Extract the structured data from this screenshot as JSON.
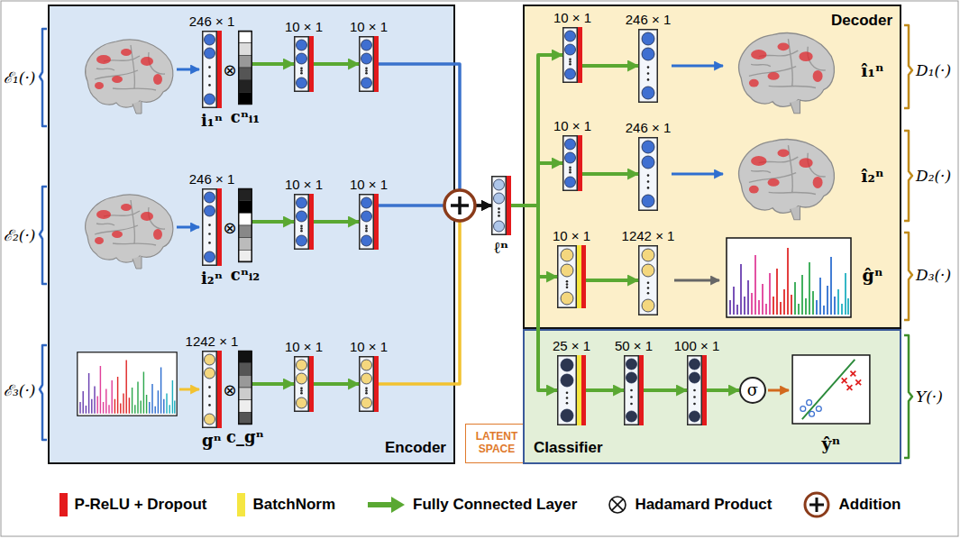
{
  "diagram": {
    "nodes": [
      {
        "text": [
          "Encoder"
        ]
      },
      {
        "text": [
          "246 × 1",
          "i₁ⁿ"
        ],
        "in": 0
      },
      {
        "text": [
          "cⁿᵢ₁"
        ],
        "in": 0
      },
      {
        "text": [
          "10 × 1"
        ],
        "in": 0
      },
      {
        "text": [
          "10 × 1"
        ],
        "in": 0
      },
      {
        "text": [
          "246 × 1",
          "i₂ⁿ"
        ],
        "in": 0
      },
      {
        "text": [
          "cⁿᵢ₂"
        ],
        "in": 0
      },
      {
        "text": [
          "10 × 1"
        ],
        "in": 0
      },
      {
        "text": [
          "10 × 1"
        ],
        "in": 0
      },
      {
        "text": [
          "1242 × 1",
          "gⁿ"
        ],
        "in": 0
      },
      {
        "text": [
          "c_gⁿ"
        ],
        "in": 0
      },
      {
        "text": [
          "10 × 1"
        ],
        "in": 0
      },
      {
        "text": [
          "10 × 1"
        ],
        "in": 0
      },
      {
        "text": [
          "LATENT SPACE"
        ]
      },
      {
        "text": [
          "ℓⁿ"
        ]
      },
      {
        "text": [
          "Decoder"
        ]
      },
      {
        "text": [
          "10 × 1"
        ],
        "in": 15
      },
      {
        "text": [
          "246 × 1"
        ],
        "in": 15
      },
      {
        "text": [
          "10 × 1"
        ],
        "in": 15
      },
      {
        "text": [
          "246 × 1"
        ],
        "in": 15
      },
      {
        "text": [
          "10 × 1"
        ],
        "in": 15
      },
      {
        "text": [
          "1242 × 1"
        ],
        "in": 15
      },
      {
        "text": [
          "Classifier"
        ]
      },
      {
        "text": [
          "25 × 1"
        ],
        "in": 22
      },
      {
        "text": [
          "50 × 1"
        ],
        "in": 22
      },
      {
        "text": [
          "100 × 1"
        ],
        "in": 22
      },
      {
        "text": [
          "σ"
        ],
        "in": 22
      }
    ],
    "edges": [
      {
        "from": 2,
        "to": 3,
        "arrow": "to"
      },
      {
        "from": 3,
        "to": 4,
        "arrow": "to"
      },
      {
        "from": 6,
        "to": 7,
        "arrow": "to"
      },
      {
        "from": 7,
        "to": 8,
        "arrow": "to"
      },
      {
        "from": 10,
        "to": 11,
        "arrow": "to"
      },
      {
        "from": 11,
        "to": 12,
        "arrow": "to"
      },
      {
        "from": 4,
        "to": 14,
        "arrow": "to"
      },
      {
        "from": 8,
        "to": 14,
        "arrow": "to"
      },
      {
        "from": 12,
        "to": 14,
        "arrow": "to"
      },
      {
        "from": 14,
        "to": 16,
        "arrow": "to"
      },
      {
        "from": 14,
        "to": 18,
        "arrow": "to"
      },
      {
        "from": 14,
        "to": 20,
        "arrow": "to"
      },
      {
        "from": 14,
        "to": 23,
        "arrow": "to"
      },
      {
        "from": 16,
        "to": 17,
        "arrow": "to"
      },
      {
        "from": 18,
        "to": 19,
        "arrow": "to"
      },
      {
        "from": 20,
        "to": 21,
        "arrow": "to"
      },
      {
        "from": 23,
        "to": 24,
        "arrow": "to"
      },
      {
        "from": 24,
        "to": 25,
        "arrow": "to"
      },
      {
        "from": 25,
        "to": 26,
        "arrow": "to"
      }
    ],
    "labels": [
      "ℰ₁(·)",
      "ℰ₂(·)",
      "ℰ₃(·)",
      "⊗",
      "⊗",
      "⊗",
      "î₁ⁿ",
      "D₁(·)",
      "î₂ⁿ",
      "D₂(·)",
      "ĝⁿ",
      "D₃(·)",
      "ŷⁿ",
      "Y(·)"
    ],
    "legend": [
      {
        "text": "P-ReLU + Dropout",
        "color": "#e41a1c"
      },
      {
        "text": "BatchNorm",
        "color": "#f5e642"
      },
      {
        "text": "Fully Connected Layer"
      },
      {
        "text": "Hadamard Product"
      },
      {
        "text": "Addition"
      }
    ]
  }
}
